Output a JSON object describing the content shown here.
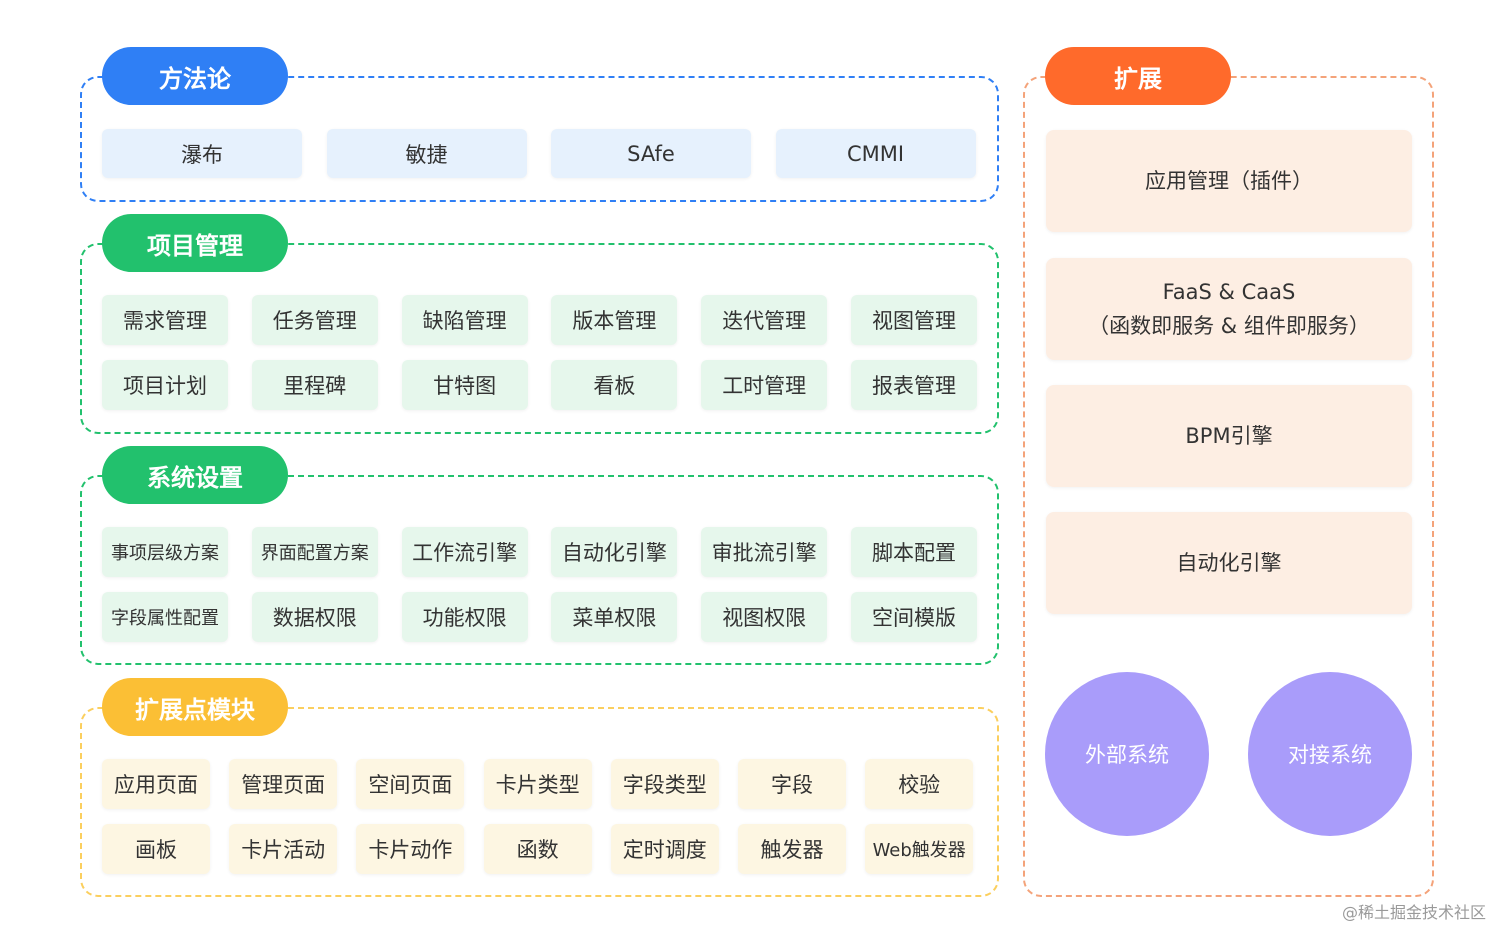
{
  "colors": {
    "methodology": "#2f7ff5",
    "project": "#22c16d",
    "system": "#22c16d",
    "extension_points": "#fbbf35",
    "extension": "#ff6a2b",
    "circle": "#a99cfa"
  },
  "methodology": {
    "title": "方法论",
    "items": [
      "瀑布",
      "敏捷",
      "SAfe",
      "CMMI"
    ]
  },
  "project_management": {
    "title": "项目管理",
    "row1": [
      "需求管理",
      "任务管理",
      "缺陷管理",
      "版本管理",
      "迭代管理",
      "视图管理"
    ],
    "row2": [
      "项目计划",
      "里程碑",
      "甘特图",
      "看板",
      "工时管理",
      "报表管理"
    ]
  },
  "system_settings": {
    "title": "系统设置",
    "row1": [
      "事项层级方案",
      "界面配置方案",
      "工作流引擎",
      "自动化引擎",
      "审批流引擎",
      "脚本配置"
    ],
    "row2": [
      "字段属性配置",
      "数据权限",
      "功能权限",
      "菜单权限",
      "视图权限",
      "空间模版"
    ]
  },
  "extension_points": {
    "title": "扩展点模块",
    "row1": [
      "应用页面",
      "管理页面",
      "空间页面",
      "卡片类型",
      "字段类型",
      "字段",
      "校验"
    ],
    "row2": [
      "画板",
      "卡片活动",
      "卡片动作",
      "函数",
      "定时调度",
      "触发器",
      "Web触发器"
    ]
  },
  "extension": {
    "title": "扩展",
    "cards": [
      {
        "line1": "应用管理（插件）",
        "line2": ""
      },
      {
        "line1": "FaaS & CaaS",
        "line2": "（函数即服务 & 组件即服务）"
      },
      {
        "line1": "BPM引擎",
        "line2": ""
      },
      {
        "line1": "自动化引擎",
        "line2": ""
      }
    ],
    "circles": [
      "外部系统",
      "对接系统"
    ]
  },
  "watermark": "@稀土掘金技术社区"
}
